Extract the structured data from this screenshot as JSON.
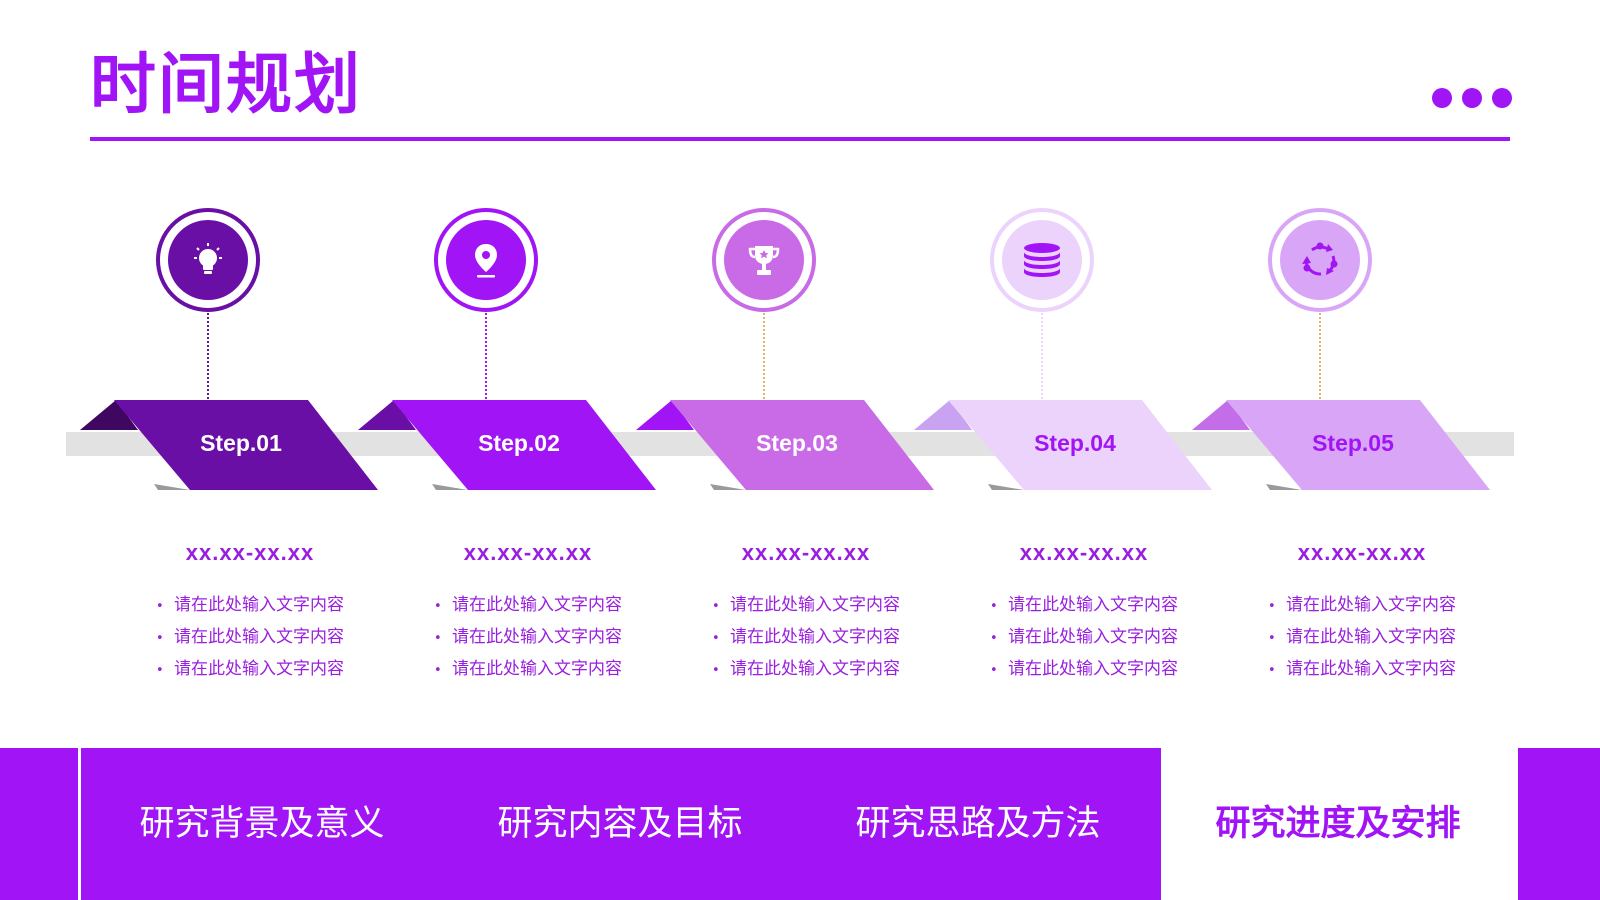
{
  "title": "时间规划",
  "accent_color": "#a114f5",
  "steps": [
    {
      "label": "Step.01",
      "date": "xx.xx-xx.xx",
      "icon": "lightbulb-icon",
      "color": "#6a0fa6",
      "dark": "#3f075f",
      "text_color": "#ffffff",
      "ring": "#6a0fa6",
      "inner": "#6a0fa6",
      "glyph_color": "#ffffff",
      "bullets": [
        "请在此处输入文字内容",
        "请在此处输入文字内容",
        "请在此处输入文字内容"
      ]
    },
    {
      "label": "Step.02",
      "date": "xx.xx-xx.xx",
      "icon": "location-pin-icon",
      "color": "#a114f5",
      "dark": "#6a0fa6",
      "text_color": "#ffffff",
      "ring": "#a114f5",
      "inner": "#a114f5",
      "glyph_color": "#ffffff",
      "bullets": [
        "请在此处输入文字内容",
        "请在此处输入文字内容",
        "请在此处输入文字内容"
      ]
    },
    {
      "label": "Step.03",
      "date": "xx.xx-xx.xx",
      "icon": "trophy-icon",
      "color": "#c96ae6",
      "dark": "#a114f5",
      "text_color": "#ffffff",
      "ring": "#c96ae6",
      "inner": "#c96ae6",
      "glyph_color": "#ffffff",
      "bullets": [
        "请在此处输入文字内容",
        "请在此处输入文字内容",
        "请在此处输入文字内容"
      ]
    },
    {
      "label": "Step.04",
      "date": "xx.xx-xx.xx",
      "icon": "database-icon",
      "color": "#ecd3fb",
      "dark": "#c9a3f2",
      "text_color": "#a114f5",
      "ring": "#ecd3fb",
      "inner": "#ecd3fb",
      "glyph_color": "#a114f5",
      "bullets": [
        "请在此处输入文字内容",
        "请在此处输入文字内容",
        "请在此处输入文字内容"
      ]
    },
    {
      "label": "Step.05",
      "date": "xx.xx-xx.xx",
      "icon": "cycle-icon",
      "color": "#d9a6f7",
      "dark": "#c36ee8",
      "text_color": "#a114f5",
      "ring": "#d9a6f7",
      "inner": "#d9a6f7",
      "glyph_color": "#a114f5",
      "bullets": [
        "请在此处输入文字内容",
        "请在此处输入文字内容",
        "请在此处输入文字内容"
      ]
    }
  ],
  "nav": {
    "items": [
      {
        "label": "研究背景及意义",
        "active": false
      },
      {
        "label": "研究内容及目标",
        "active": false
      },
      {
        "label": "研究思路及方法",
        "active": false
      },
      {
        "label": "研究进度及安排",
        "active": true
      }
    ]
  }
}
